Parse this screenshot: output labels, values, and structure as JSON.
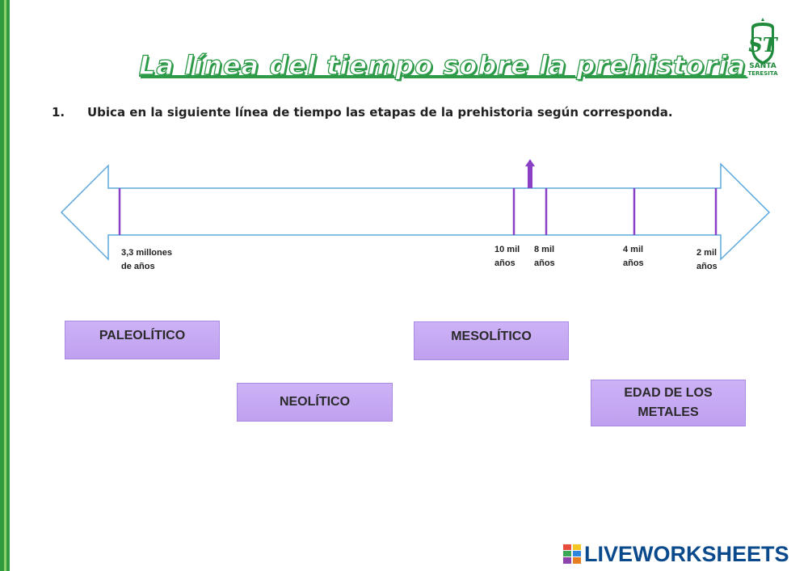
{
  "title": "La línea del tiempo sobre la prehistoria",
  "instruction": {
    "number": "1.",
    "text": "Ubica en la siguiente línea de tiempo las etapas de la prehistoria según corresponda."
  },
  "logo": {
    "line1": "SANTA",
    "line2": "TERESITA",
    "initials": "ST"
  },
  "timeline": {
    "ticks": [
      {
        "line1": "3,3 millones",
        "line2": "de años"
      },
      {
        "line1": "10 mil",
        "line2": "años"
      },
      {
        "line1": "8 mil",
        "line2": "años"
      },
      {
        "line1": "4 mil",
        "line2": "años"
      },
      {
        "line1": "2 mil",
        "line2": "años"
      }
    ]
  },
  "stages": [
    {
      "label": "PALEOLÍTICO"
    },
    {
      "label": "NEOLÍTICO"
    },
    {
      "label": "MESOLÍTICO"
    },
    {
      "label": "EDAD DE LOS METALES"
    }
  ],
  "footer": {
    "brand": "LIVEWORKSHEETS"
  },
  "colors": {
    "green": "#2d9a48",
    "purple": "#8a3fc7",
    "box": "#c5a8f2",
    "brand": "#0a4a8c"
  }
}
